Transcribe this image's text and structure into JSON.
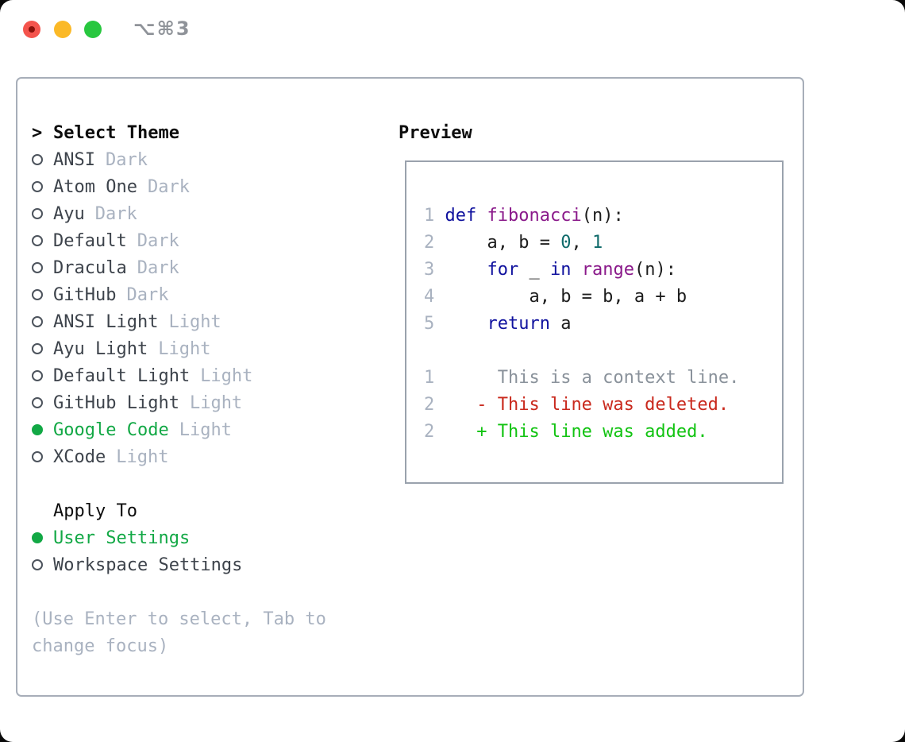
{
  "window": {
    "title": "⌥⌘3"
  },
  "traffic_lights": {
    "close_color": "#f4544d",
    "close_dot_color": "#8a110a",
    "minimize_color": "#fbb927",
    "zoom_color": "#28c73f"
  },
  "theme_panel": {
    "header_prefix": ">",
    "header": "Select Theme",
    "items": [
      {
        "name": "ANSI",
        "variant": "Dark",
        "selected": false
      },
      {
        "name": "Atom One",
        "variant": "Dark",
        "selected": false
      },
      {
        "name": "Ayu",
        "variant": "Dark",
        "selected": false
      },
      {
        "name": "Default",
        "variant": "Dark",
        "selected": false
      },
      {
        "name": "Dracula",
        "variant": "Dark",
        "selected": false
      },
      {
        "name": "GitHub",
        "variant": "Dark",
        "selected": false
      },
      {
        "name": "ANSI Light",
        "variant": "Light",
        "selected": false
      },
      {
        "name": "Ayu Light",
        "variant": "Light",
        "selected": false
      },
      {
        "name": "Default Light",
        "variant": "Light",
        "selected": false
      },
      {
        "name": "GitHub Light",
        "variant": "Light",
        "selected": false
      },
      {
        "name": "Google Code",
        "variant": "Light",
        "selected": true
      },
      {
        "name": "XCode",
        "variant": "Light",
        "selected": false
      }
    ]
  },
  "apply_panel": {
    "header": "Apply To",
    "options": [
      {
        "name": "User Settings",
        "selected": true
      },
      {
        "name": "Workspace Settings",
        "selected": false
      }
    ]
  },
  "hint": {
    "line1": "(Use Enter to select, Tab to",
    "line2": "change focus)"
  },
  "preview": {
    "header": "Preview",
    "code_lines": [
      {
        "num": "1",
        "tokens": [
          {
            "text": "def ",
            "type": "keyword"
          },
          {
            "text": "fibonacci",
            "type": "function"
          },
          {
            "text": "(n):",
            "type": "plain"
          }
        ]
      },
      {
        "num": "2",
        "tokens": [
          {
            "text": "    a, b = ",
            "type": "plain"
          },
          {
            "text": "0",
            "type": "number"
          },
          {
            "text": ", ",
            "type": "plain"
          },
          {
            "text": "1",
            "type": "number"
          }
        ]
      },
      {
        "num": "3",
        "tokens": [
          {
            "text": "    ",
            "type": "plain"
          },
          {
            "text": "for",
            "type": "keyword"
          },
          {
            "text": " _ ",
            "type": "plain"
          },
          {
            "text": "in",
            "type": "keyword"
          },
          {
            "text": " ",
            "type": "plain"
          },
          {
            "text": "range",
            "type": "function"
          },
          {
            "text": "(n):",
            "type": "plain"
          }
        ]
      },
      {
        "num": "4",
        "tokens": [
          {
            "text": "        a, b = b, a + b",
            "type": "plain"
          }
        ]
      },
      {
        "num": "5",
        "tokens": [
          {
            "text": "    ",
            "type": "plain"
          },
          {
            "text": "return",
            "type": "keyword"
          },
          {
            "text": " a",
            "type": "plain"
          }
        ]
      }
    ],
    "diff_lines": [
      {
        "num": "1",
        "marker": " ",
        "text": "This is a context line.",
        "type": "context"
      },
      {
        "num": "2",
        "marker": "-",
        "text": "This line was deleted.",
        "type": "deleted"
      },
      {
        "num": "2",
        "marker": "+",
        "text": "This line was added.",
        "type": "added"
      }
    ]
  },
  "colors": {
    "keyword": "#10129e",
    "function": "#8a198a",
    "number": "#0e6a6a",
    "plain": "#1d1d1d",
    "lineno": "#a9b2c0",
    "context": "#8a929b",
    "deleted": "#c9291d",
    "added": "#12c312",
    "selected_green": "#12a845",
    "item_text": "#3d434b",
    "muted": "#a9b2c0",
    "title": "#8f9399",
    "circle": "#4c535c"
  }
}
